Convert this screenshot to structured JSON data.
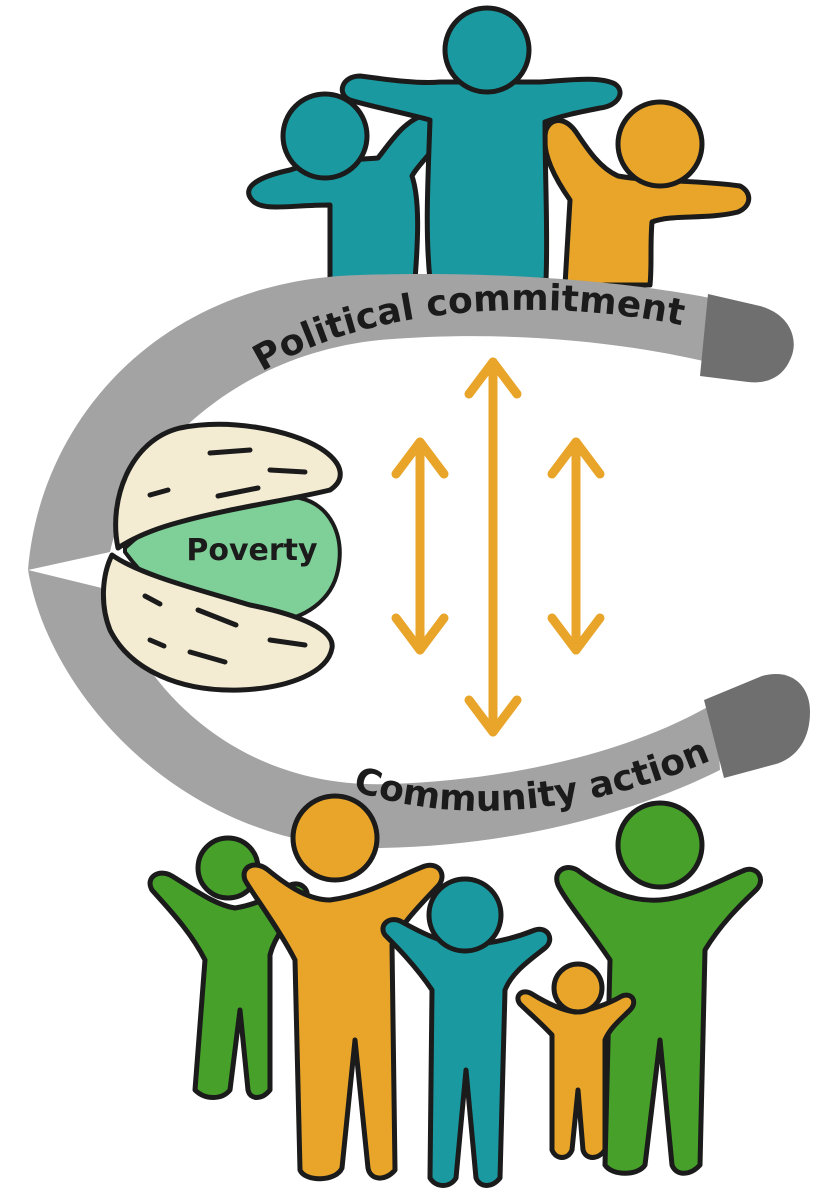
{
  "labels": {
    "top_arc": "Political commitment",
    "bottom_arc": "Community action",
    "center": "Poverty"
  },
  "groups": {
    "top": {
      "people": [
        {
          "color": "teal"
        },
        {
          "color": "teal"
        },
        {
          "color": "orange"
        }
      ]
    },
    "bottom": {
      "people": [
        {
          "color": "green"
        },
        {
          "color": "orange"
        },
        {
          "color": "teal"
        },
        {
          "color": "orange"
        },
        {
          "color": "green"
        }
      ]
    }
  },
  "arrows": {
    "count": 3,
    "style": "double-headed vertical"
  },
  "colors": {
    "teal": "#1a9aa0",
    "orange": "#e8a52a",
    "green": "#46a02a",
    "arc": "#a3a3a3",
    "arc_tip": "#6f6f6f",
    "arrow": "#e8a52a",
    "pod": "#f3ecd2",
    "seed": "#7fcf98"
  }
}
